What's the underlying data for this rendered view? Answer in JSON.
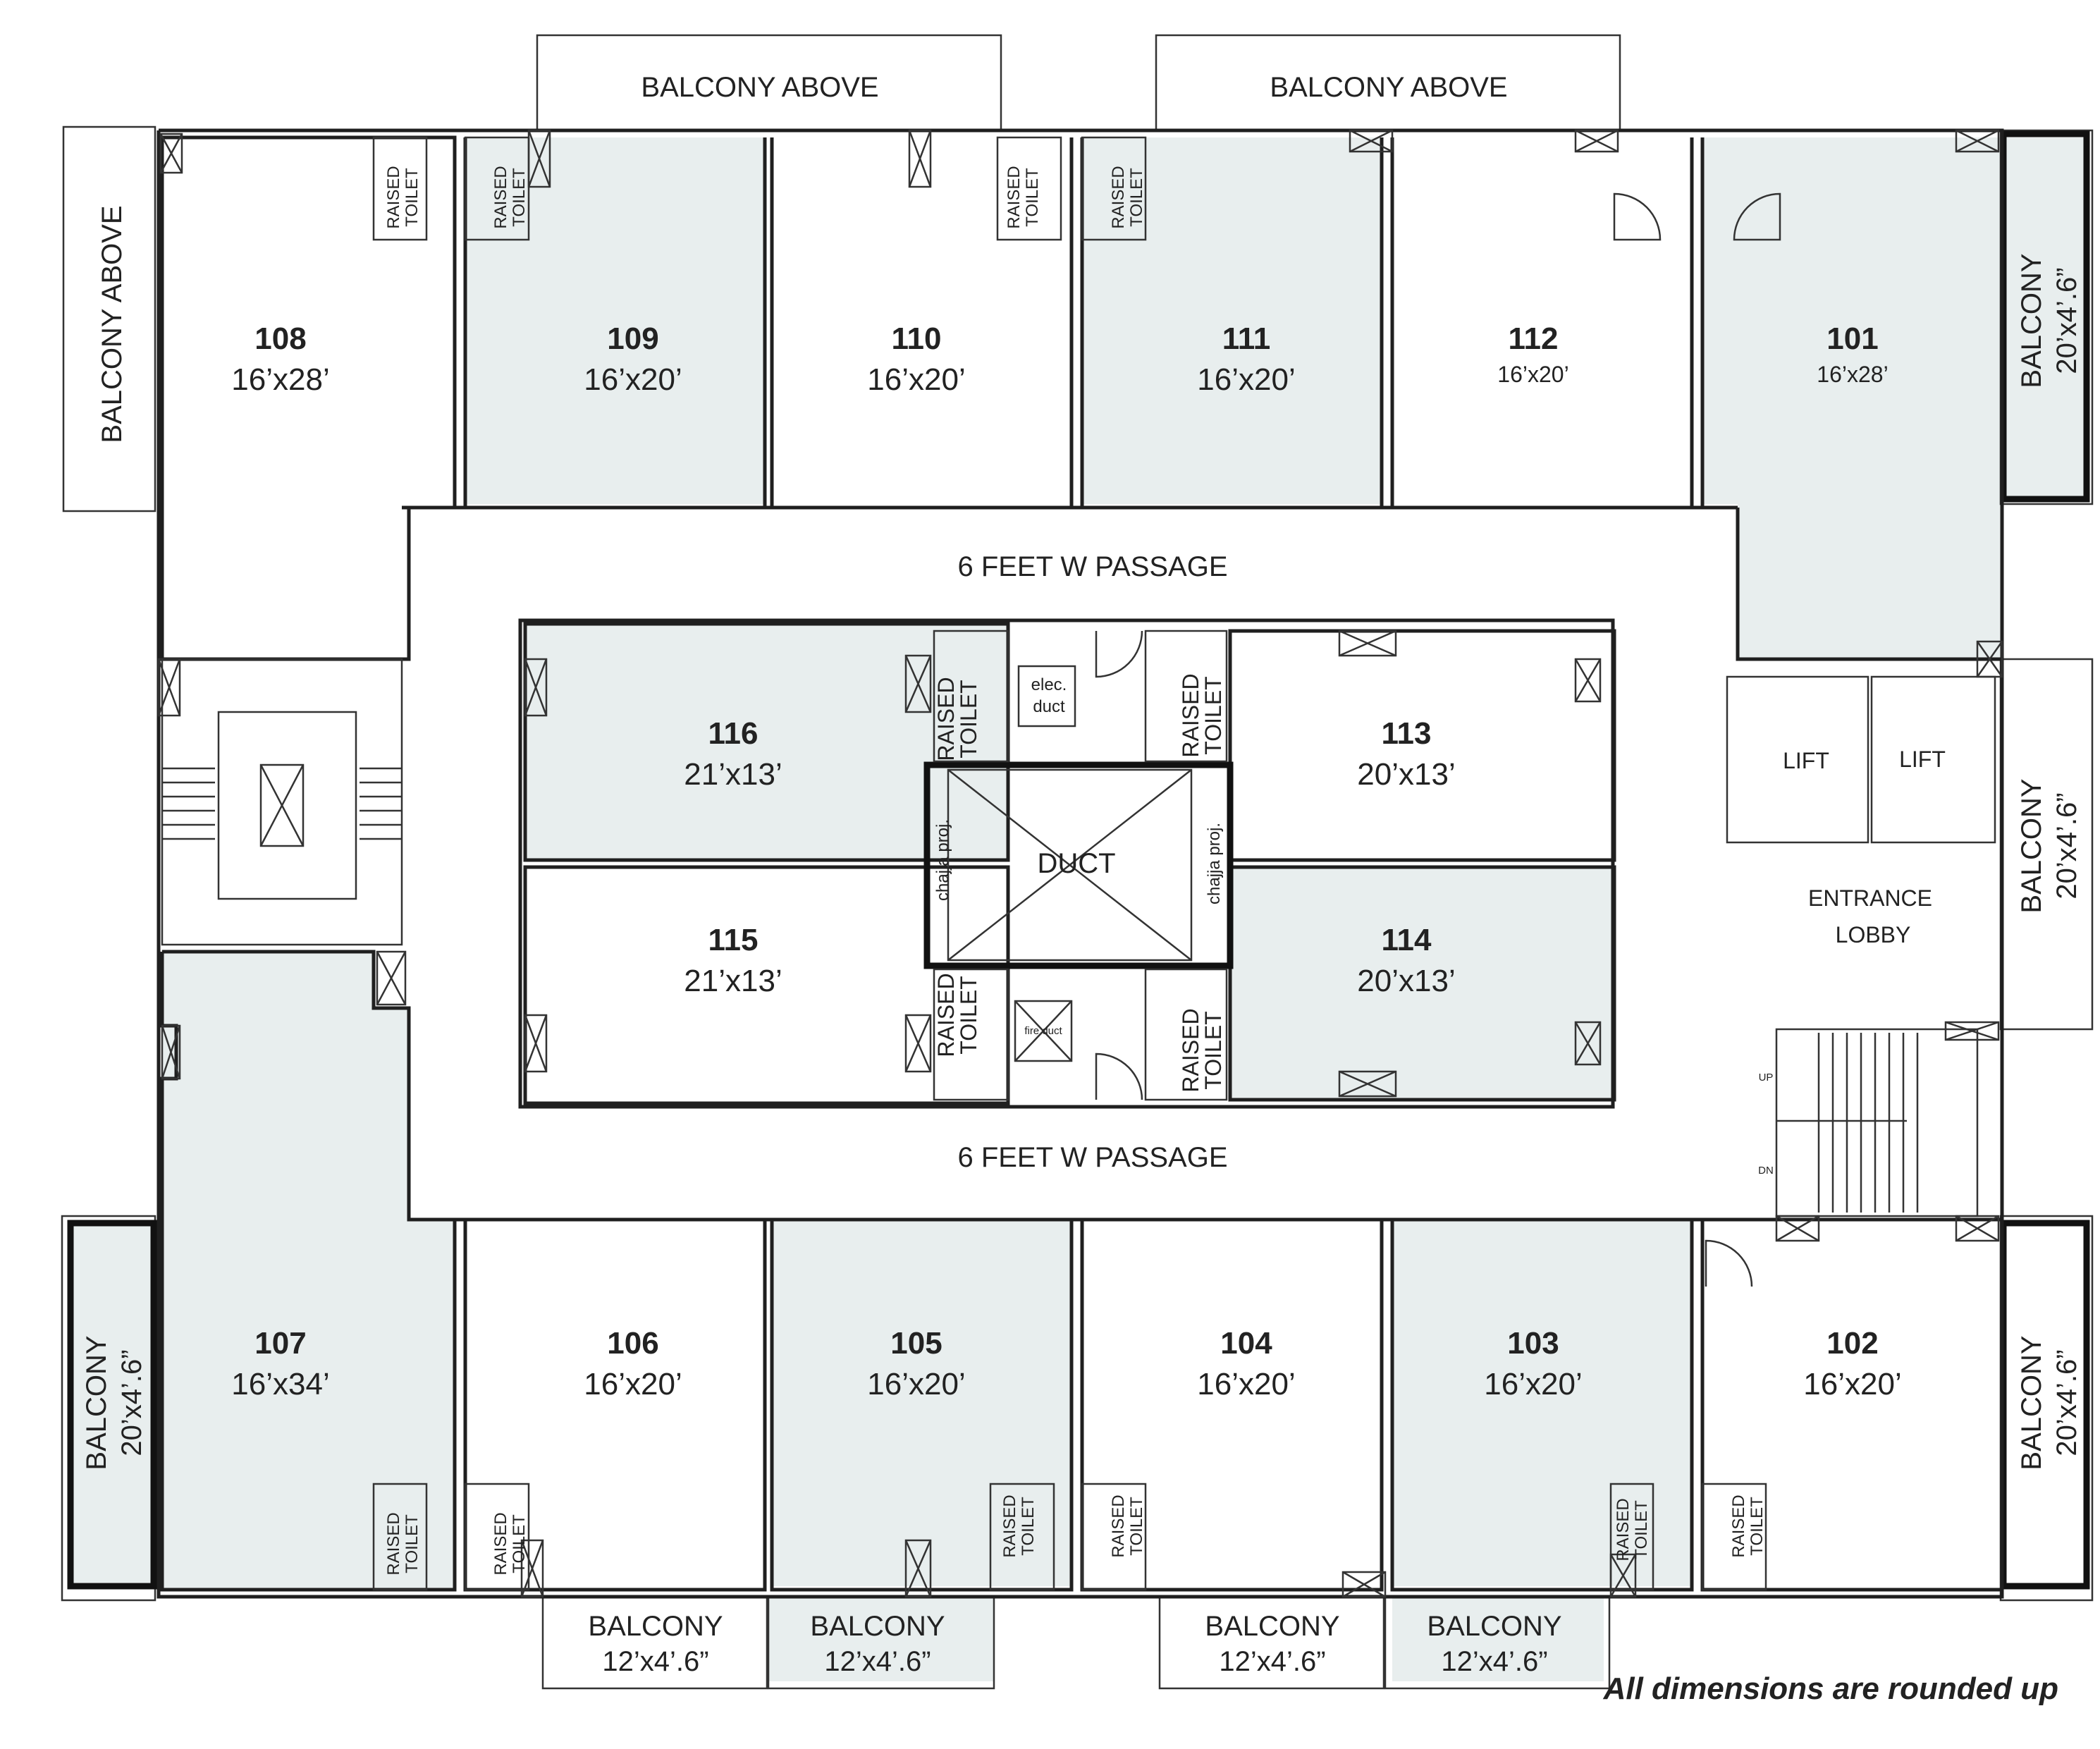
{
  "units": [
    {
      "id": "108",
      "size": "16’x28’"
    },
    {
      "id": "109",
      "size": "16’x20’"
    },
    {
      "id": "110",
      "size": "16’x20’"
    },
    {
      "id": "111",
      "size": "16’x20’"
    },
    {
      "id": "112",
      "size": "16’x20’"
    },
    {
      "id": "101",
      "size": "16’x28’"
    },
    {
      "id": "116",
      "size": "21’x13’"
    },
    {
      "id": "113",
      "size": "20’x13’"
    },
    {
      "id": "115",
      "size": "21’x13’"
    },
    {
      "id": "114",
      "size": "20’x13’"
    },
    {
      "id": "107",
      "size": "16’x34’"
    },
    {
      "id": "106",
      "size": "16’x20’"
    },
    {
      "id": "105",
      "size": "16’x20’"
    },
    {
      "id": "104",
      "size": "16’x20’"
    },
    {
      "id": "103",
      "size": "16’x20’"
    },
    {
      "id": "102",
      "size": "16’x20’"
    }
  ],
  "labels": {
    "balcony_above": "BALCONY ABOVE",
    "balcony": "BALCONY",
    "balcony_side_size": "20’x4’.6”",
    "balcony_front_size": "12’x4’.6”",
    "passage": "6 FEET W PASSAGE",
    "lift": "LIFT",
    "entrance_line1": "ENTRANCE",
    "entrance_line2": "LOBBY",
    "duct": "DUCT",
    "elec_line1": "elec.",
    "elec_line2": "duct",
    "fire_duct": "fire duct",
    "chajja": "chajja proj.",
    "raised": "RAISED",
    "toilet": "TOILET",
    "up": "UP",
    "dn": "DN",
    "note": "All dimensions are rounded up"
  }
}
